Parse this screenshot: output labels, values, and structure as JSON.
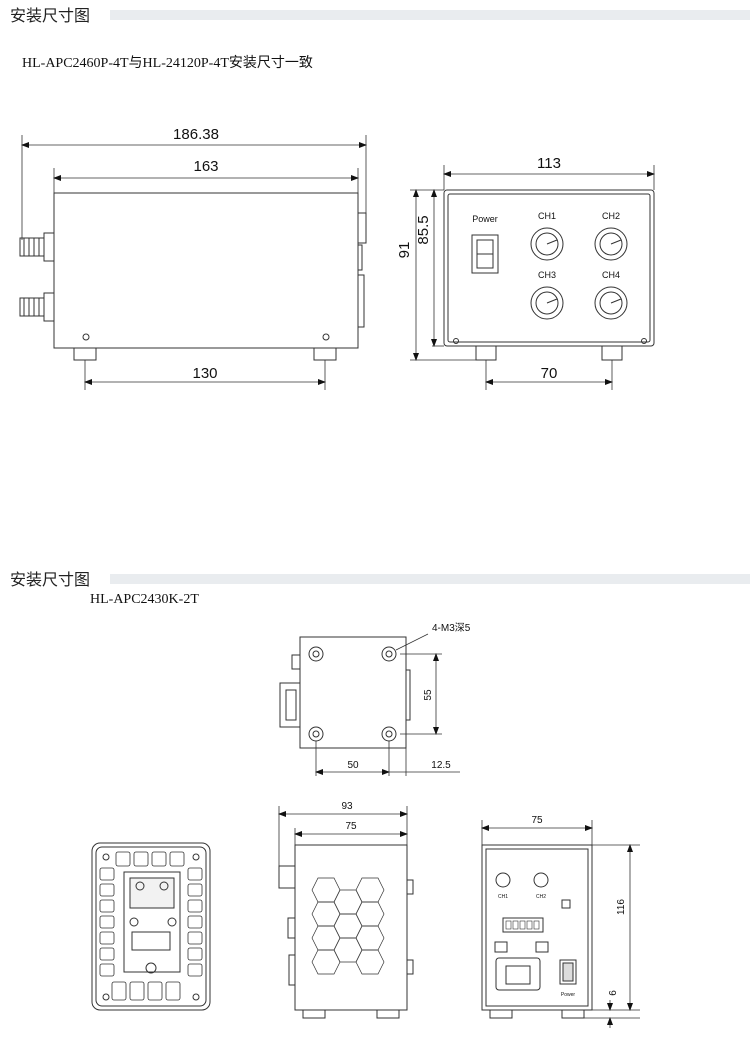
{
  "section1": {
    "heading": "安装尺寸图",
    "subtitle": "HL-APC2460P-4T与HL-24120P-4T安装尺寸一致",
    "dims": {
      "total_width": "186.38",
      "body_width": "163",
      "foot_span": "130",
      "front_width": "113",
      "front_height_outer": "91",
      "front_height_inner": "85.5",
      "front_foot_span": "70"
    },
    "panel": {
      "power_label": "Power",
      "channels": [
        "CH1",
        "CH2",
        "CH3",
        "CH4"
      ]
    }
  },
  "section2": {
    "heading": "安装尺寸图",
    "subtitle": "HL-APC2430K-2T",
    "dims": {
      "hole_note": "4-M3深5",
      "hole_v": "55",
      "hole_h": "50",
      "hole_edge": "12.5",
      "side_outer": "93",
      "side_inner": "75",
      "front_width": "75",
      "front_height": "116",
      "front_foot": "6"
    },
    "panel": {
      "ch1": "CH1",
      "ch2": "CH2",
      "power": "Power"
    }
  }
}
